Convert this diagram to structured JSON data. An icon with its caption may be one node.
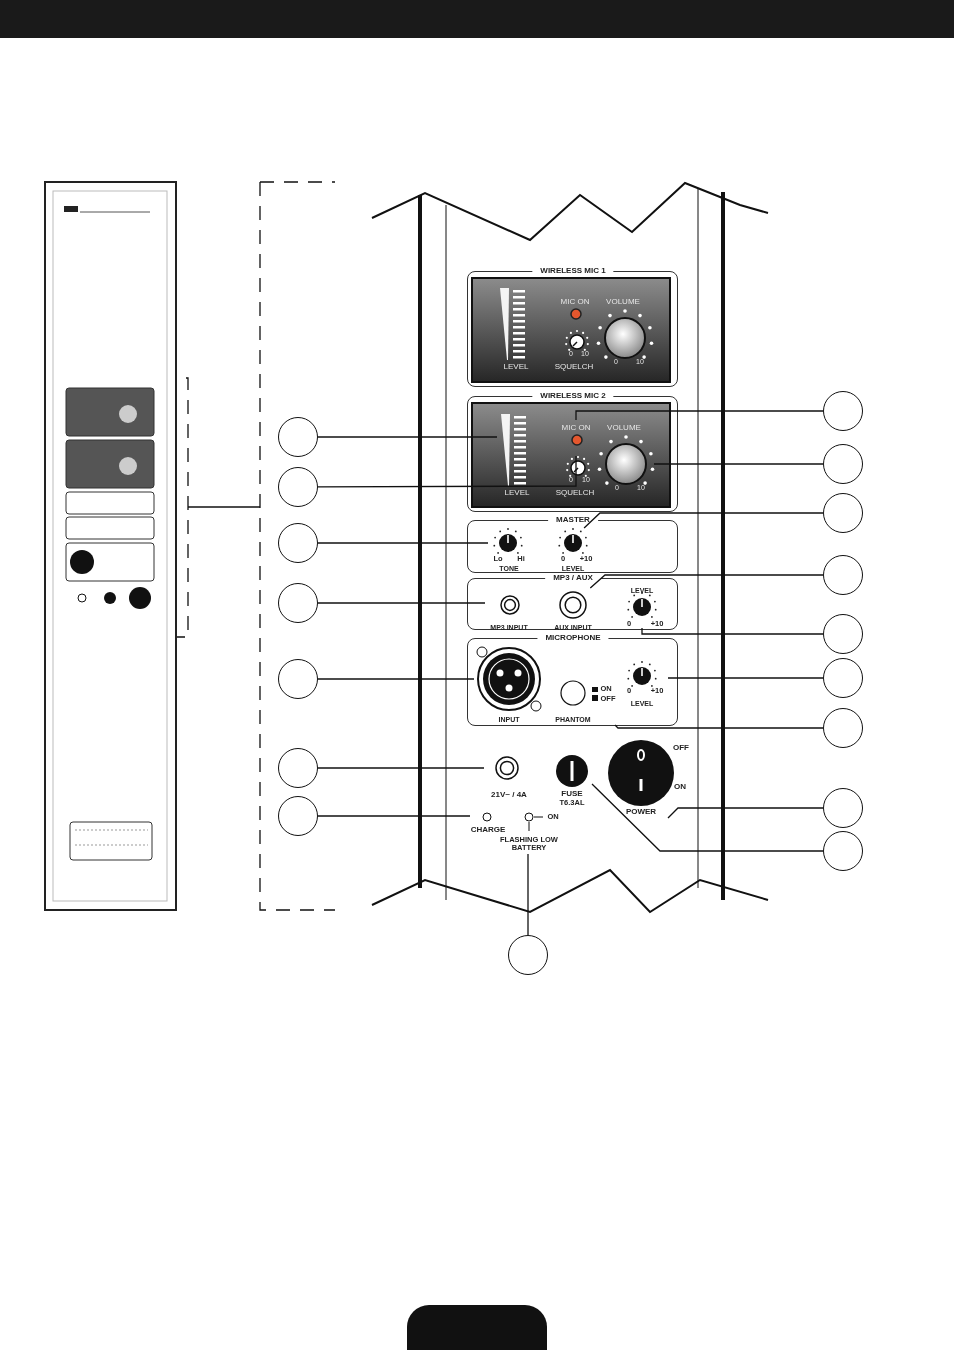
{
  "diagram": {
    "nodes": [
      {
        "text": [
          "WIRELESS MIC 1",
          "LEVEL",
          "MIC ON",
          "0",
          "10",
          "SQUELCH",
          "VOLUME",
          "0",
          "10"
        ]
      },
      {
        "text": [
          "WIRELESS MIC 2"
        ]
      },
      {
        "text": [
          "LEVEL"
        ],
        "in": 1
      },
      {
        "text": [
          "MIC ON"
        ],
        "in": 1
      },
      {
        "text": [
          "0",
          "10",
          "SQUELCH"
        ],
        "in": 1
      },
      {
        "text": [
          "VOLUME",
          "0",
          "10"
        ],
        "in": 1
      },
      {
        "text": [
          "MASTER"
        ]
      },
      {
        "text": [
          "Lo",
          "Hi",
          "TONE"
        ],
        "in": 6
      },
      {
        "text": [
          "0",
          "+10",
          "LEVEL"
        ],
        "in": 6
      },
      {
        "text": [
          "MP3 / AUX"
        ]
      },
      {
        "text": [
          "MP3 INPUT"
        ],
        "in": 9
      },
      {
        "text": [
          "AUX INPUT"
        ],
        "in": 9
      },
      {
        "text": [
          "LEVEL",
          "0",
          "+10"
        ],
        "in": 9
      },
      {
        "text": [
          "MICROPHONE"
        ]
      },
      {
        "text": [
          "INPUT"
        ],
        "in": 13
      },
      {
        "text": [
          "ON",
          "OFF",
          "PHANTOM"
        ],
        "in": 13
      },
      {
        "text": [
          "0",
          "+10",
          "LEVEL"
        ],
        "in": 13
      },
      {
        "text": [
          "21V~ / 4A"
        ]
      },
      {
        "text": [
          "FUSE",
          "T6.3AL"
        ]
      },
      {
        "text": [
          "OFF",
          "ON",
          "POWER"
        ]
      },
      {
        "text": [
          "CHARGE"
        ]
      },
      {
        "text": [
          "ON",
          "FLASHING LOW BATTERY"
        ]
      },
      {
        "text": [],
        "shape": "circle"
      },
      {
        "text": [],
        "shape": "circle"
      },
      {
        "text": [],
        "shape": "circle"
      },
      {
        "text": [],
        "shape": "circle"
      },
      {
        "text": [],
        "shape": "circle"
      },
      {
        "text": [],
        "shape": "circle"
      },
      {
        "text": [],
        "shape": "circle"
      },
      {
        "text": [],
        "shape": "circle"
      },
      {
        "text": [],
        "shape": "circle"
      },
      {
        "text": [],
        "shape": "circle"
      },
      {
        "text": [],
        "shape": "circle"
      },
      {
        "text": [],
        "shape": "circle"
      },
      {
        "text": [],
        "shape": "circle"
      },
      {
        "text": [],
        "shape": "circle"
      },
      {
        "text": [],
        "shape": "circle"
      },
      {
        "text": [],
        "shape": "circle"
      },
      {
        "text": [],
        "shape": "circle"
      }
    ],
    "edges": [
      {
        "from": 22,
        "to": 2,
        "arrow": "none"
      },
      {
        "from": 23,
        "to": 4,
        "arrow": "none"
      },
      {
        "from": 24,
        "to": 7,
        "arrow": "none"
      },
      {
        "from": 25,
        "to": 10,
        "arrow": "none"
      },
      {
        "from": 26,
        "to": 14,
        "arrow": "none"
      },
      {
        "from": 27,
        "to": 17,
        "arrow": "none"
      },
      {
        "from": 28,
        "to": 20,
        "arrow": "none"
      },
      {
        "from": 29,
        "to": 3,
        "arrow": "none"
      },
      {
        "from": 30,
        "to": 5,
        "arrow": "none"
      },
      {
        "from": 31,
        "to": 8,
        "arrow": "none"
      },
      {
        "from": 32,
        "to": 11,
        "arrow": "none"
      },
      {
        "from": 33,
        "to": 12,
        "arrow": "none"
      },
      {
        "from": 34,
        "to": 16,
        "arrow": "none"
      },
      {
        "from": 35,
        "to": 15,
        "arrow": "none"
      },
      {
        "from": 36,
        "to": 19,
        "arrow": "none"
      },
      {
        "from": 37,
        "to": 18,
        "arrow": "none"
      },
      {
        "from": 38,
        "to": 21,
        "arrow": "none"
      }
    ]
  }
}
